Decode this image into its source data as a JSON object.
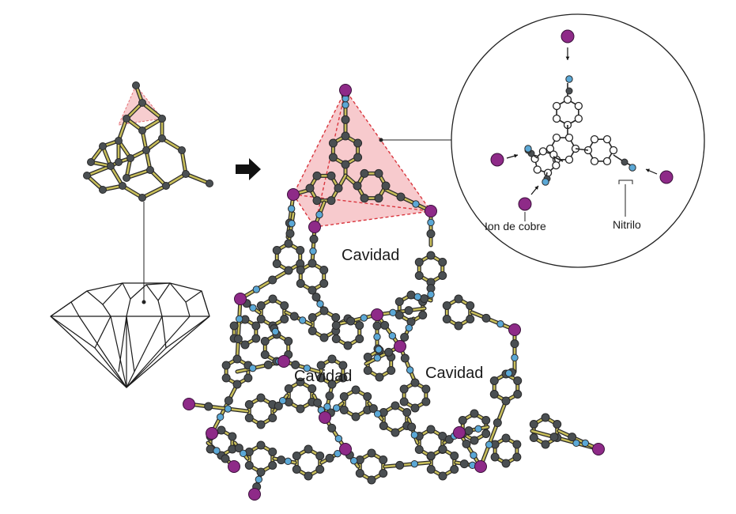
{
  "labels": {
    "cavity_top": "Cavidad",
    "cavity_left": "Cavidad",
    "cavity_right": "Cavidad",
    "copper_ion": "Ion de cobre",
    "nitrile": "Nitrilo"
  },
  "colors": {
    "carbon": "#4a4f52",
    "nitrogen": "#5ba8d6",
    "copper": "#8e2a88",
    "bond": "#c9bf5a",
    "tetra_fill": "#f4b8bc",
    "tetra_edge": "#d9363e",
    "line": "#222222"
  }
}
